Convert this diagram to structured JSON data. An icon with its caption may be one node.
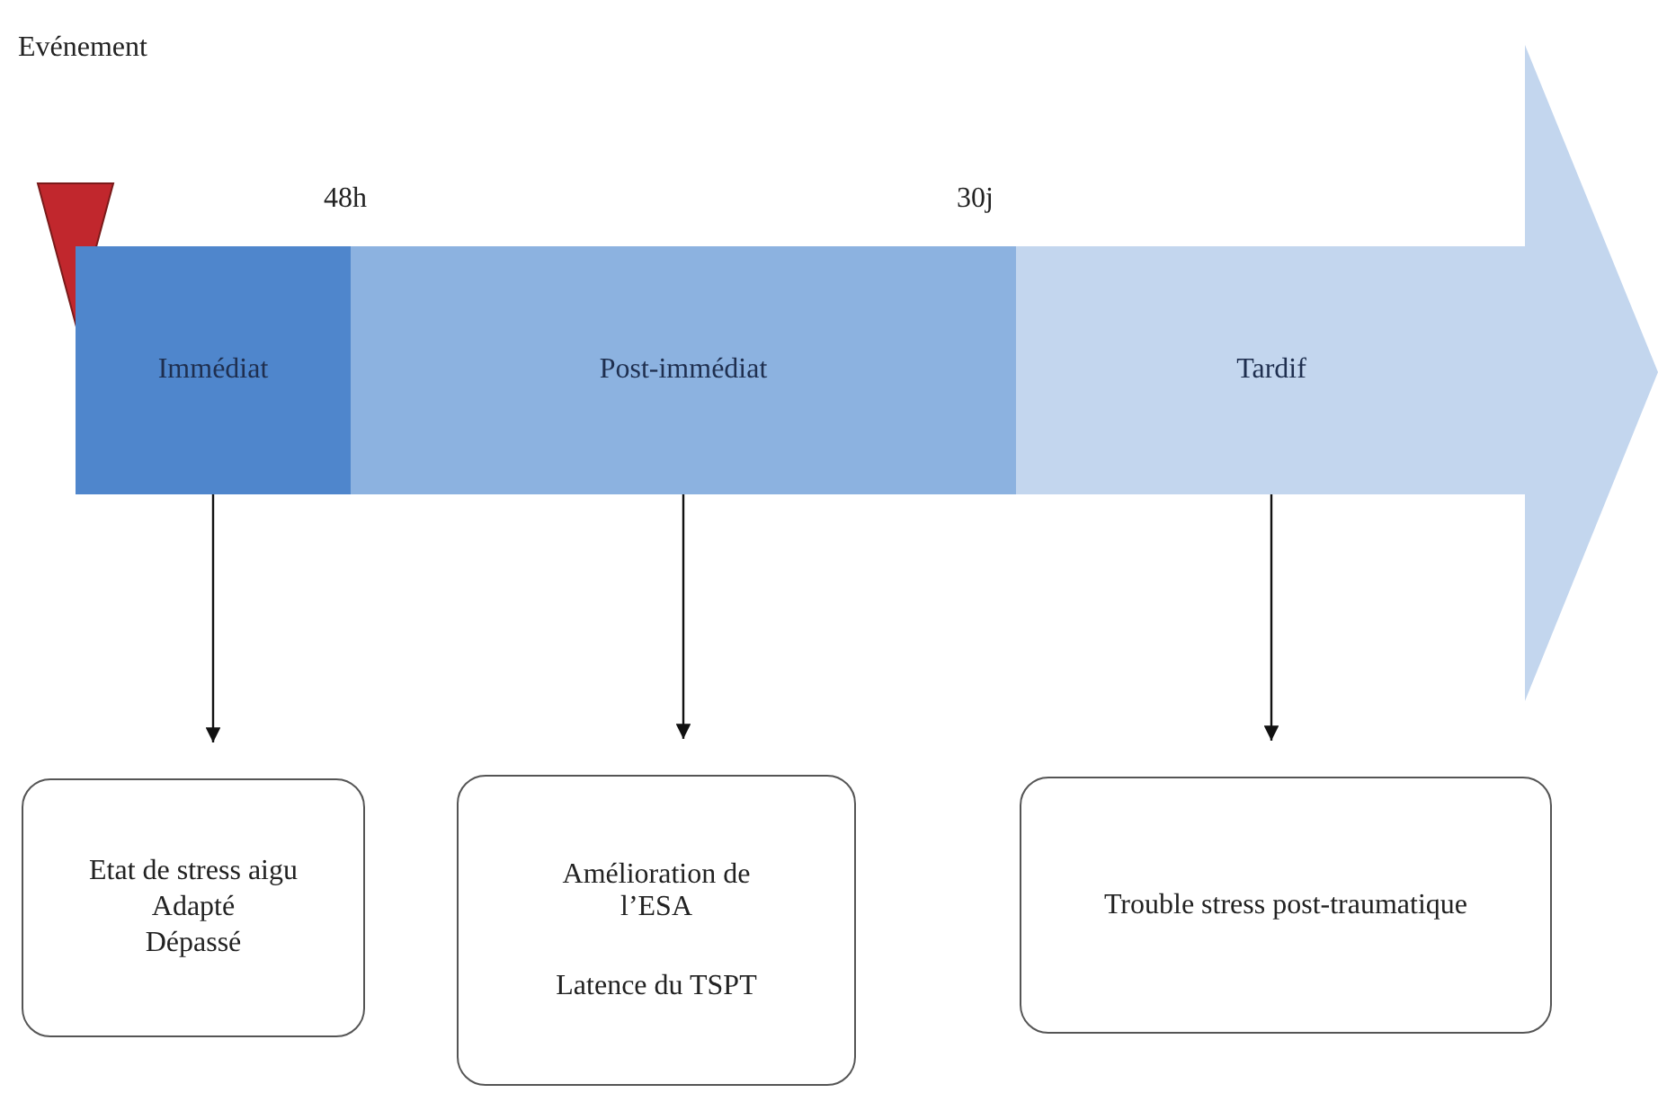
{
  "diagram": {
    "nodes": [
      {
        "text": [],
        "shape": "triangle"
      },
      {
        "text": [
          "Immédiat"
        ]
      },
      {
        "text": [
          "Post-immédiat"
        ]
      },
      {
        "text": [
          "Tardif"
        ]
      },
      {
        "text": [
          "Etat de stress aigu",
          "Adapté",
          "Dépassé"
        ]
      },
      {
        "text": [
          "Amélioration de l’ESA",
          "Latence du TSPT"
        ]
      },
      {
        "text": [
          "Trouble stress post-traumatique"
        ]
      }
    ],
    "edges": [
      {
        "from": 1,
        "to": 4,
        "arrow": "to"
      },
      {
        "from": 2,
        "to": 5,
        "arrow": "to"
      },
      {
        "from": 3,
        "to": 6,
        "arrow": "to"
      }
    ],
    "labels": [
      "Evénement",
      "48h",
      "30j"
    ]
  }
}
